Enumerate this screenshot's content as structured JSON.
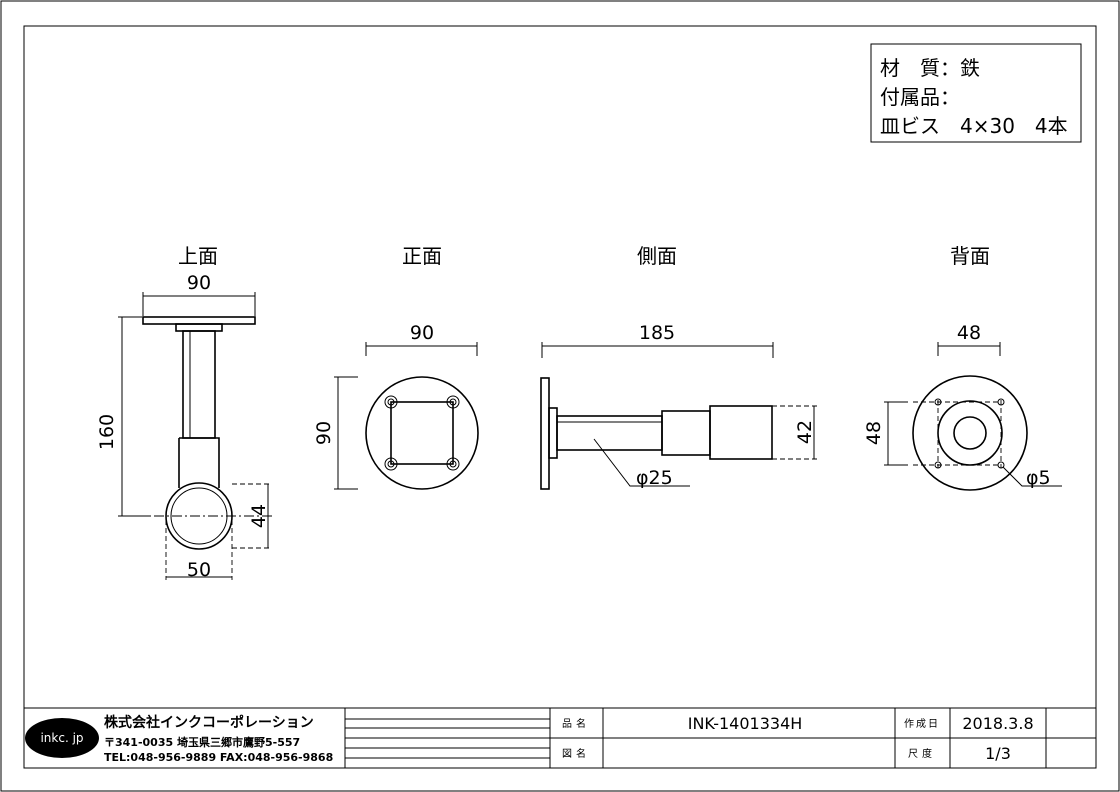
{
  "spec": {
    "material": "材　質：鉄",
    "accessories_label": "付属品：",
    "screws": "皿ビス　4×30　4本"
  },
  "views": {
    "top": "上面",
    "front": "正面",
    "side": "側面",
    "back": "背面"
  },
  "dims": {
    "top_width": "90",
    "top_height": "160",
    "top_pipe_v": "44",
    "top_pipe_w": "50",
    "front_width": "90",
    "front_height": "90",
    "side_length": "185",
    "side_end": "42",
    "side_pipe_dia": "φ25",
    "back_hole_w": "48",
    "back_hole_h": "48",
    "back_hole_dia": "φ5"
  },
  "title_block": {
    "logo": "inkc. jp",
    "company": "株式会社インクコーポレーション",
    "address": "〒341-0035 埼玉県三郷市鷹野5-557",
    "phone": "TEL:048-956-9889  FAX:048-956-9868",
    "part_label": "品名",
    "part_value": "INK-1401334H",
    "drawing_label": "図名",
    "drawing_value": "",
    "created_label": "作成日",
    "created_value": "2018.3.8",
    "scale_label": "尺度",
    "scale_value": "1/3"
  }
}
